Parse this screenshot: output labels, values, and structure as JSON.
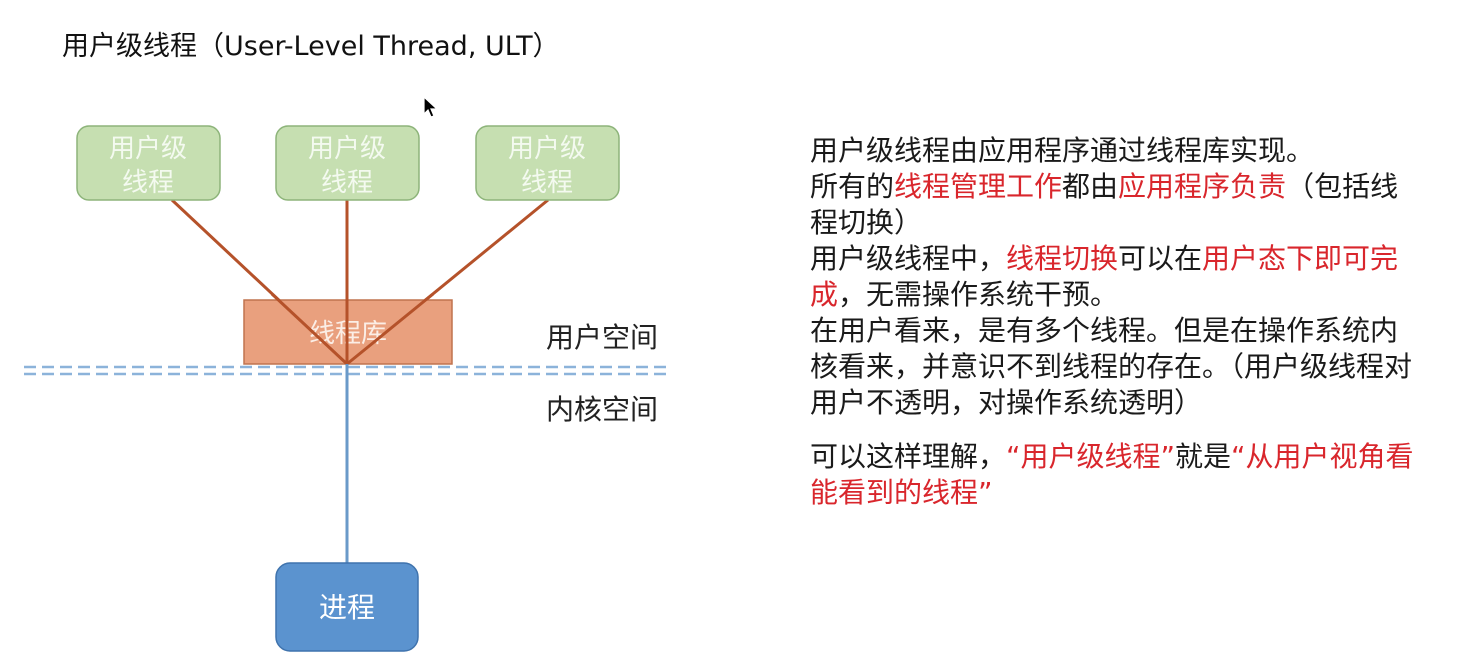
{
  "title": "用户级线程（User-Level Thread, ULT）",
  "colors": {
    "thread_box_fill": "#c6dfb1",
    "thread_box_stroke": "#8db47a",
    "thread_box_text": "#f4faf0",
    "library_fill": "#e9a07e",
    "library_stroke": "#c0734f",
    "library_text": "#fbeee6",
    "process_fill": "#5b93cf",
    "process_stroke": "#3f73ad",
    "process_text": "#ffffff",
    "connector_brown": "#b5522a",
    "connector_blue": "#6a9ac9",
    "divider_blue": "#8cb3da",
    "highlight": "#d9262c"
  },
  "diagram": {
    "threads": [
      {
        "line1": "用户级",
        "line2": "线程"
      },
      {
        "line1": "用户级",
        "line2": "线程"
      },
      {
        "line1": "用户级",
        "line2": "线程"
      }
    ],
    "library_label": "线程库",
    "process_label": "进程",
    "user_space_label": "用户空间",
    "kernel_space_label": "内核空间"
  },
  "explanation": {
    "p1": {
      "t1": "用户级线程由应用程序通过线程库实现。"
    },
    "p2": {
      "t1": "所有的",
      "h1": "线程管理工作",
      "t2": "都由",
      "h2": "应用程序负责",
      "t3": "（包括线程切换）"
    },
    "p3": {
      "t1": "用户级线程中，",
      "h1": "线程切换",
      "t2": "可以在",
      "h2": "用户态下即可完成",
      "t3": "，无需操作系统干预。"
    },
    "p4": {
      "t1": "在用户看来，是有多个线程。但是在操作系统内核看来，并意识不到线程的存在。（用户级线程对用户不透明，对操作系统透明）"
    },
    "p5": {
      "t1": "可以这样理解，",
      "h1": "“用户级线程”",
      "t2": "就是",
      "h2": "“从用户视角看能看到的线程”"
    }
  },
  "icons": {
    "cursor": "mouse-pointer-icon"
  }
}
